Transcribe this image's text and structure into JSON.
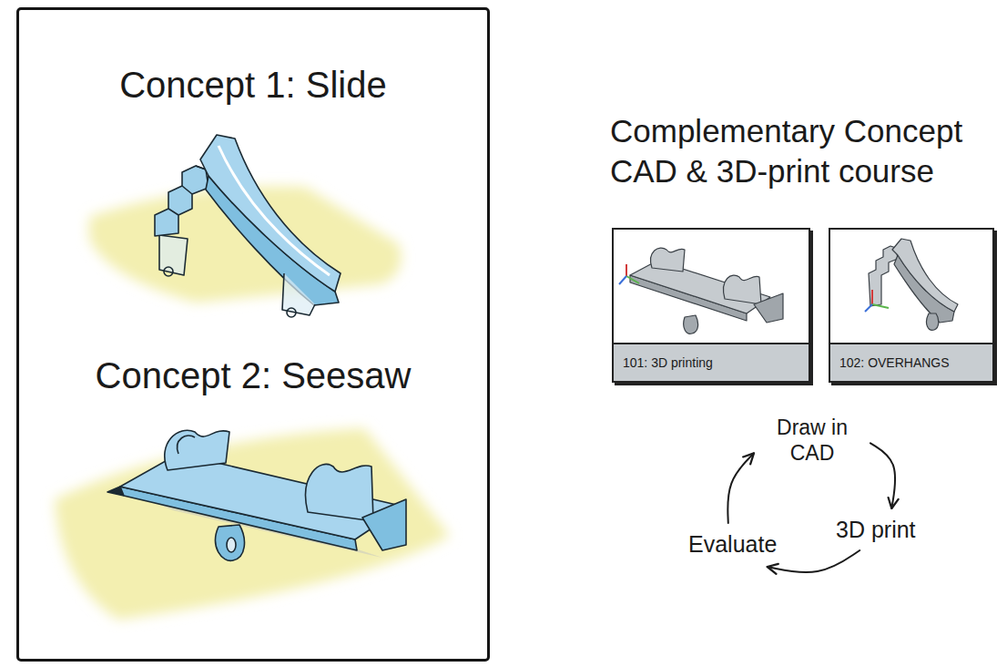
{
  "diagram": {
    "title": "Complementary Concept CAD & 3D-print course",
    "nodes": [
      {
        "text": [
          "Concept 1: Slide",
          "Concept 2: Seesaw"
        ]
      },
      {
        "text": [
          "101: 3D printing"
        ]
      },
      {
        "text": [
          "102: OVERHANGS"
        ]
      },
      {
        "text": [
          "Draw in CAD"
        ]
      },
      {
        "text": [
          "3D print"
        ]
      },
      {
        "text": [
          "Evaluate"
        ]
      }
    ],
    "edges": [
      {
        "from": 3,
        "to": 4,
        "arrow": "to"
      },
      {
        "from": 4,
        "to": 5,
        "arrow": "to"
      },
      {
        "from": 5,
        "to": 3,
        "arrow": "to"
      }
    ]
  }
}
